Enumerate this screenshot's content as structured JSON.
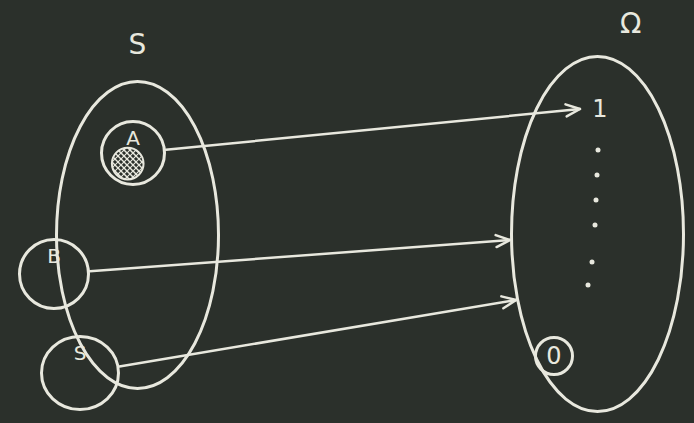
{
  "diagram": {
    "nodes": [
      {
        "text": [
          "S"
        ]
      },
      {
        "text": [
          "A"
        ],
        "in": 0
      },
      {
        "text": [
          "B"
        ],
        "in": 0
      },
      {
        "text": [
          "S"
        ],
        "in": 0
      },
      {
        "text": [
          "Ω"
        ]
      },
      {
        "text": [
          "1"
        ],
        "in": 4
      },
      {
        "text": [
          "0"
        ],
        "in": 4
      }
    ],
    "edges": [
      {
        "from": 1,
        "to": 5,
        "arrow": "to"
      },
      {
        "from": 2,
        "to": 4,
        "arrow": "to"
      },
      {
        "from": 3,
        "to": 4,
        "arrow": "to"
      }
    ]
  }
}
